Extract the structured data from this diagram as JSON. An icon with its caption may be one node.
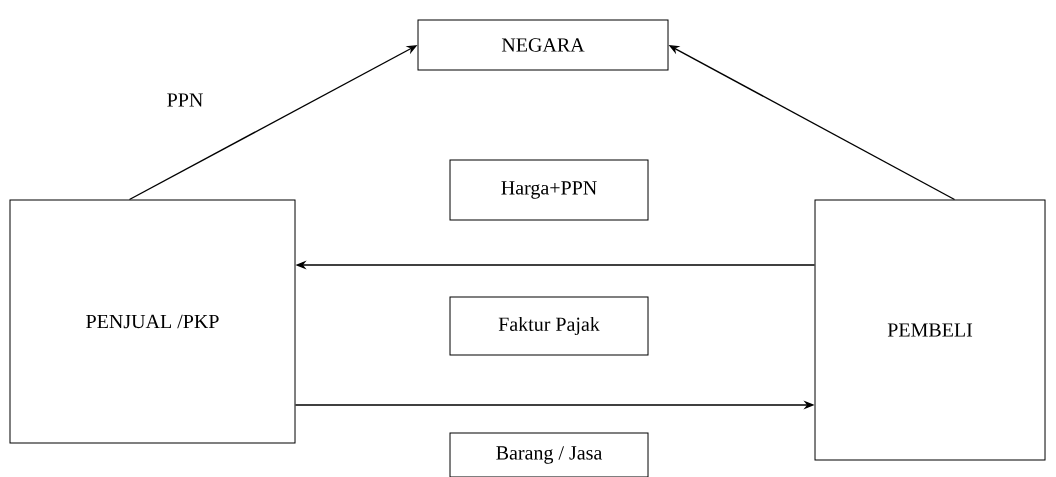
{
  "diagram": {
    "nodes": [
      {
        "text": [
          "NEGARA"
        ]
      },
      {
        "text": [
          "PENJUAL /PKP"
        ]
      },
      {
        "text": [
          "PEMBELI"
        ]
      },
      {
        "text": [
          "Harga+PPN"
        ]
      },
      {
        "text": [
          "Faktur Pajak"
        ]
      },
      {
        "text": [
          "Barang / Jasa"
        ]
      }
    ],
    "edges": [
      {
        "from": 1,
        "to": 0,
        "arrow": "to",
        "label": "PPN"
      },
      {
        "from": 2,
        "to": 0,
        "arrow": "to"
      },
      {
        "from": 2,
        "to": 1,
        "arrow": "to"
      },
      {
        "from": 1,
        "to": 2,
        "arrow": "to"
      }
    ]
  }
}
